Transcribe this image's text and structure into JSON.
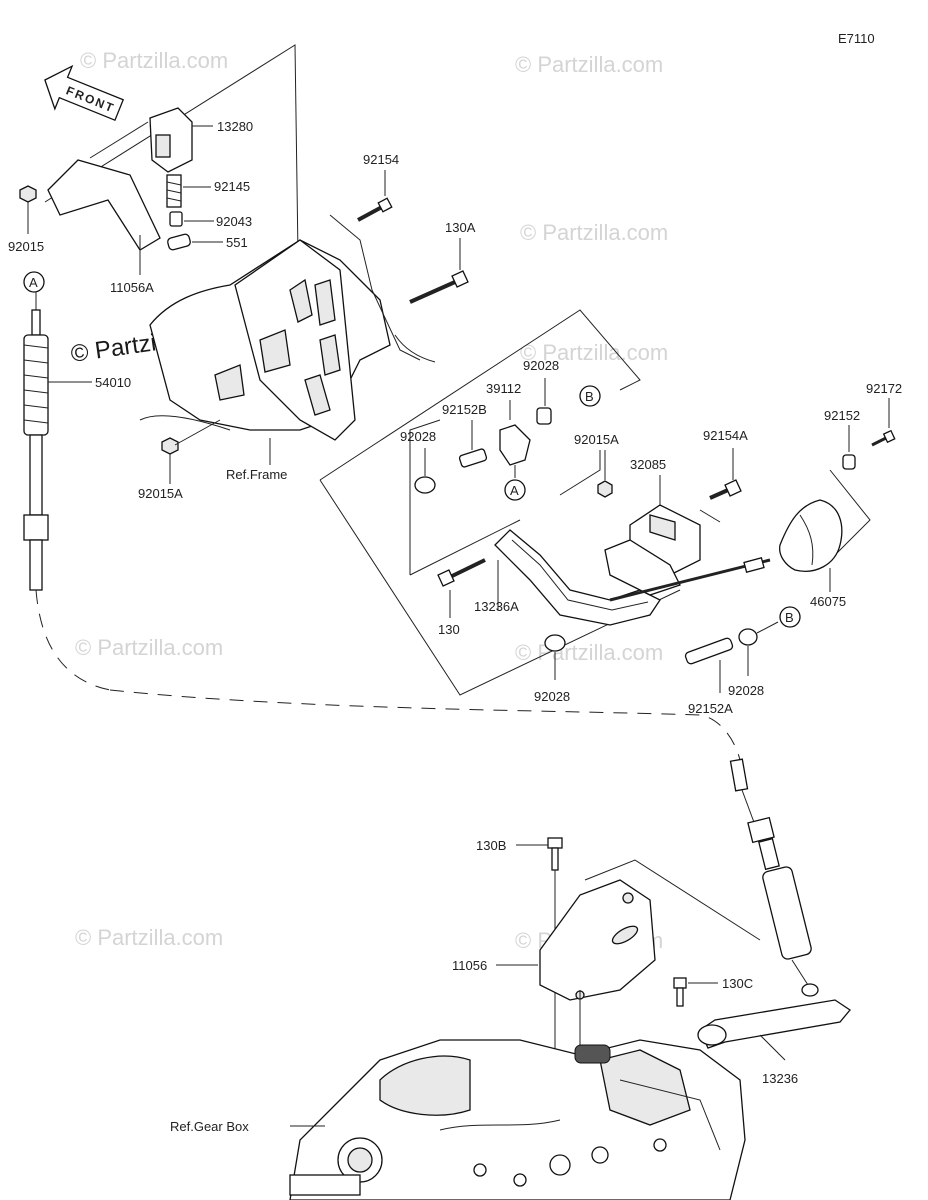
{
  "diagram_id": "E7110",
  "front_label": "FRONT",
  "watermarks": [
    "© Partzilla.com",
    "© Partzilla.com",
    "© Partzilla.com",
    "© Partzilla.com",
    "© Partzilla.com",
    "© Partzilla.com",
    "© Partzilla.com",
    "© Partzilla.com",
    "© Partzilla.com"
  ],
  "parts": [
    {
      "id": "p13280",
      "label": "13280"
    },
    {
      "id": "p92145",
      "label": "92145"
    },
    {
      "id": "p92043",
      "label": "92043"
    },
    {
      "id": "p551",
      "label": "551"
    },
    {
      "id": "p92015",
      "label": "92015"
    },
    {
      "id": "p11056A",
      "label": "11056A"
    },
    {
      "id": "p92154",
      "label": "92154"
    },
    {
      "id": "p130A",
      "label": "130A"
    },
    {
      "id": "pA1",
      "label": "A"
    },
    {
      "id": "p54010",
      "label": "54010"
    },
    {
      "id": "pRefFrame",
      "label": "Ref.Frame"
    },
    {
      "id": "p92015A_1",
      "label": "92015A"
    },
    {
      "id": "p92028_1",
      "label": "92028"
    },
    {
      "id": "p39112",
      "label": "39112"
    },
    {
      "id": "pB1",
      "label": "B"
    },
    {
      "id": "p92152B",
      "label": "92152B"
    },
    {
      "id": "p92028_2",
      "label": "92028"
    },
    {
      "id": "pA2",
      "label": "A"
    },
    {
      "id": "p92015A_2",
      "label": "92015A"
    },
    {
      "id": "p92154A",
      "label": "92154A"
    },
    {
      "id": "p32085",
      "label": "32085"
    },
    {
      "id": "p92172",
      "label": "92172"
    },
    {
      "id": "p92152",
      "label": "92152"
    },
    {
      "id": "p46075",
      "label": "46075"
    },
    {
      "id": "p130",
      "label": "130"
    },
    {
      "id": "p13236A",
      "label": "13236A"
    },
    {
      "id": "pB2",
      "label": "B"
    },
    {
      "id": "p92028_3",
      "label": "92028"
    },
    {
      "id": "p92028_4",
      "label": "92028"
    },
    {
      "id": "p92152A",
      "label": "92152A"
    },
    {
      "id": "p130B",
      "label": "130B"
    },
    {
      "id": "p11056",
      "label": "11056"
    },
    {
      "id": "p130C",
      "label": "130C"
    },
    {
      "id": "p13236",
      "label": "13236"
    },
    {
      "id": "pRefGearBox",
      "label": "Ref.Gear Box"
    }
  ]
}
